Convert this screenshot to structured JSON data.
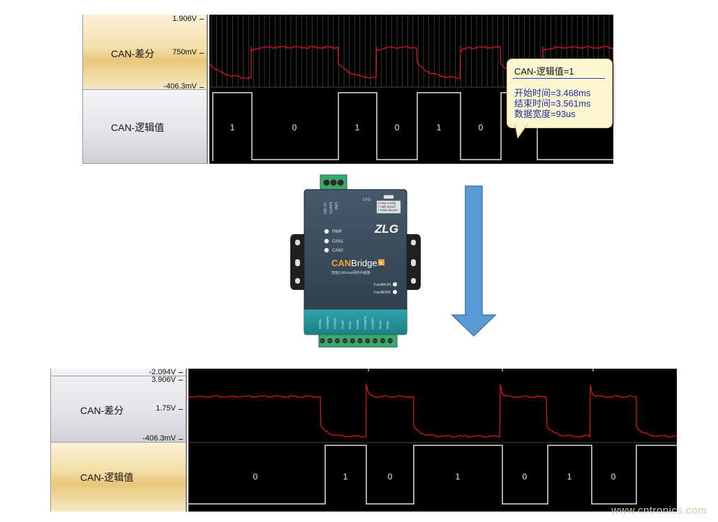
{
  "top_panel": {
    "channels": [
      {
        "label": "CAN-差分",
        "ticks": [
          "1.906V",
          "750mV",
          "-406.3mV"
        ]
      },
      {
        "label": "CAN-逻辑值"
      }
    ],
    "bits": [
      "1",
      "0",
      "1",
      "0",
      "1",
      "0"
    ],
    "tooltip": {
      "title": "CAN-逻辑值=1",
      "start": "开始时间=3.468ms",
      "end": "结束时间=3.561ms",
      "width": "数据宽度=93us"
    }
  },
  "device": {
    "brand": "CANBridge",
    "subtitle": "智能CAN-bus网桥中继器",
    "leds_left": [
      "PWR",
      "CAN1",
      "CAN2"
    ],
    "leds_right": [
      "FaultRUN",
      "FaultERR"
    ],
    "cfg_label": "CFG",
    "cfg_lines": [
      "CAN2 Config",
      "• High-speed",
      "• Fault-tolerant"
    ],
    "power_labels": [
      "+9~36V",
      "EARTH",
      "GND"
    ],
    "bottom_pins": [
      "CAN1L",
      "CAN1FG",
      "CAN1H",
      "R1xa+",
      "R1xa-",
      "CAN2L",
      "CAN2FG",
      "CAN2H",
      "R2xa+",
      "R2xa-"
    ],
    "logo": "ZLG"
  },
  "bottom_panel": {
    "channels": [
      {
        "label": "CAN-差分",
        "ticks": [
          "-2.094V",
          "3.906V",
          "1.75V",
          "-406.3mV"
        ]
      },
      {
        "label": "CAN-逻辑值"
      }
    ],
    "bits": [
      "0",
      "1",
      "0",
      "1",
      "0",
      "1",
      "0"
    ]
  },
  "arrow_color": "#5b9bd5",
  "watermark": "www.cntronics.com"
}
